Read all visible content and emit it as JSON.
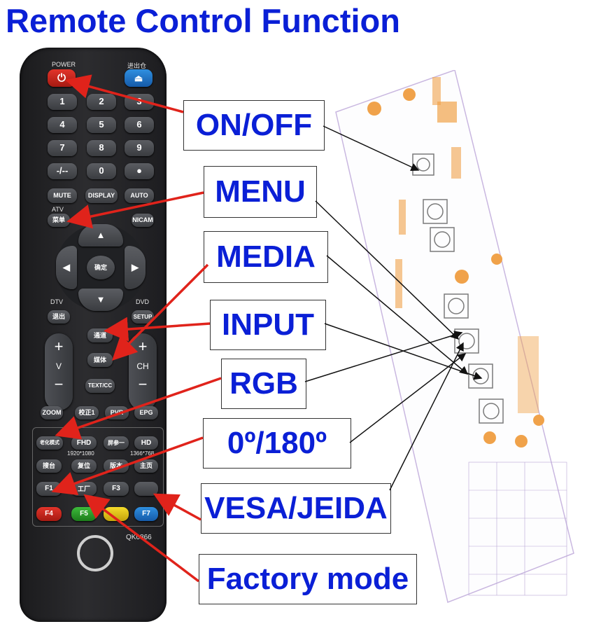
{
  "title": "Remote Control Function",
  "callouts": {
    "on_off": "ON/OFF",
    "menu": "MENU",
    "media": "MEDIA",
    "input": "INPUT",
    "rgb": "RGB",
    "rotate": "0º/180º",
    "vesa_jeida": "VESA/JEIDA",
    "factory": "Factory mode"
  },
  "remote": {
    "power_label": "POWER",
    "eject_label": "进出仓",
    "digits": [
      "1",
      "2",
      "3",
      "4",
      "5",
      "6",
      "7",
      "8",
      "9",
      "-/--",
      "0",
      "●"
    ],
    "mute": "MUTE",
    "display": "DISPLAY",
    "auto": "AUTO",
    "atv": "ATV",
    "menu_cn": "菜单",
    "nicam": "NICAM",
    "ok_cn": "确定",
    "dtv": "DTV",
    "dvd": "DVD",
    "exit_cn": "退出",
    "setup": "SETUP",
    "channel_cn": "通道",
    "media_cn": "媒体",
    "text_cc": "TEXT/CC",
    "vol_letter": "V",
    "ch_letter": "CH",
    "zoom": "ZOOM",
    "correct_cn": "校正1",
    "pvr": "PVR",
    "epg": "EPG",
    "mode_cn": "老化模式",
    "fhd": "FHD",
    "fhd_res": "1920*1080",
    "screen_cn": "屏参一",
    "hd": "HD",
    "hd_res": "1366*768",
    "search_cn": "搜台",
    "reset_cn": "复位",
    "version_cn": "版本",
    "drive_cn": "主页",
    "f1": "F1",
    "factory_cn": "工厂",
    "f3": "F3",
    "f4": "F4",
    "f5": "F5",
    "f7": "F7",
    "model": "QK0866"
  },
  "colors": {
    "title": "#0a1fd6",
    "arrow_red": "#e0231b",
    "arrow_black": "#111111",
    "power": "#d5261c",
    "eject": "#1f6fd0",
    "pad_orange": "#f0a24a",
    "board_text": "#2b2bd0"
  }
}
